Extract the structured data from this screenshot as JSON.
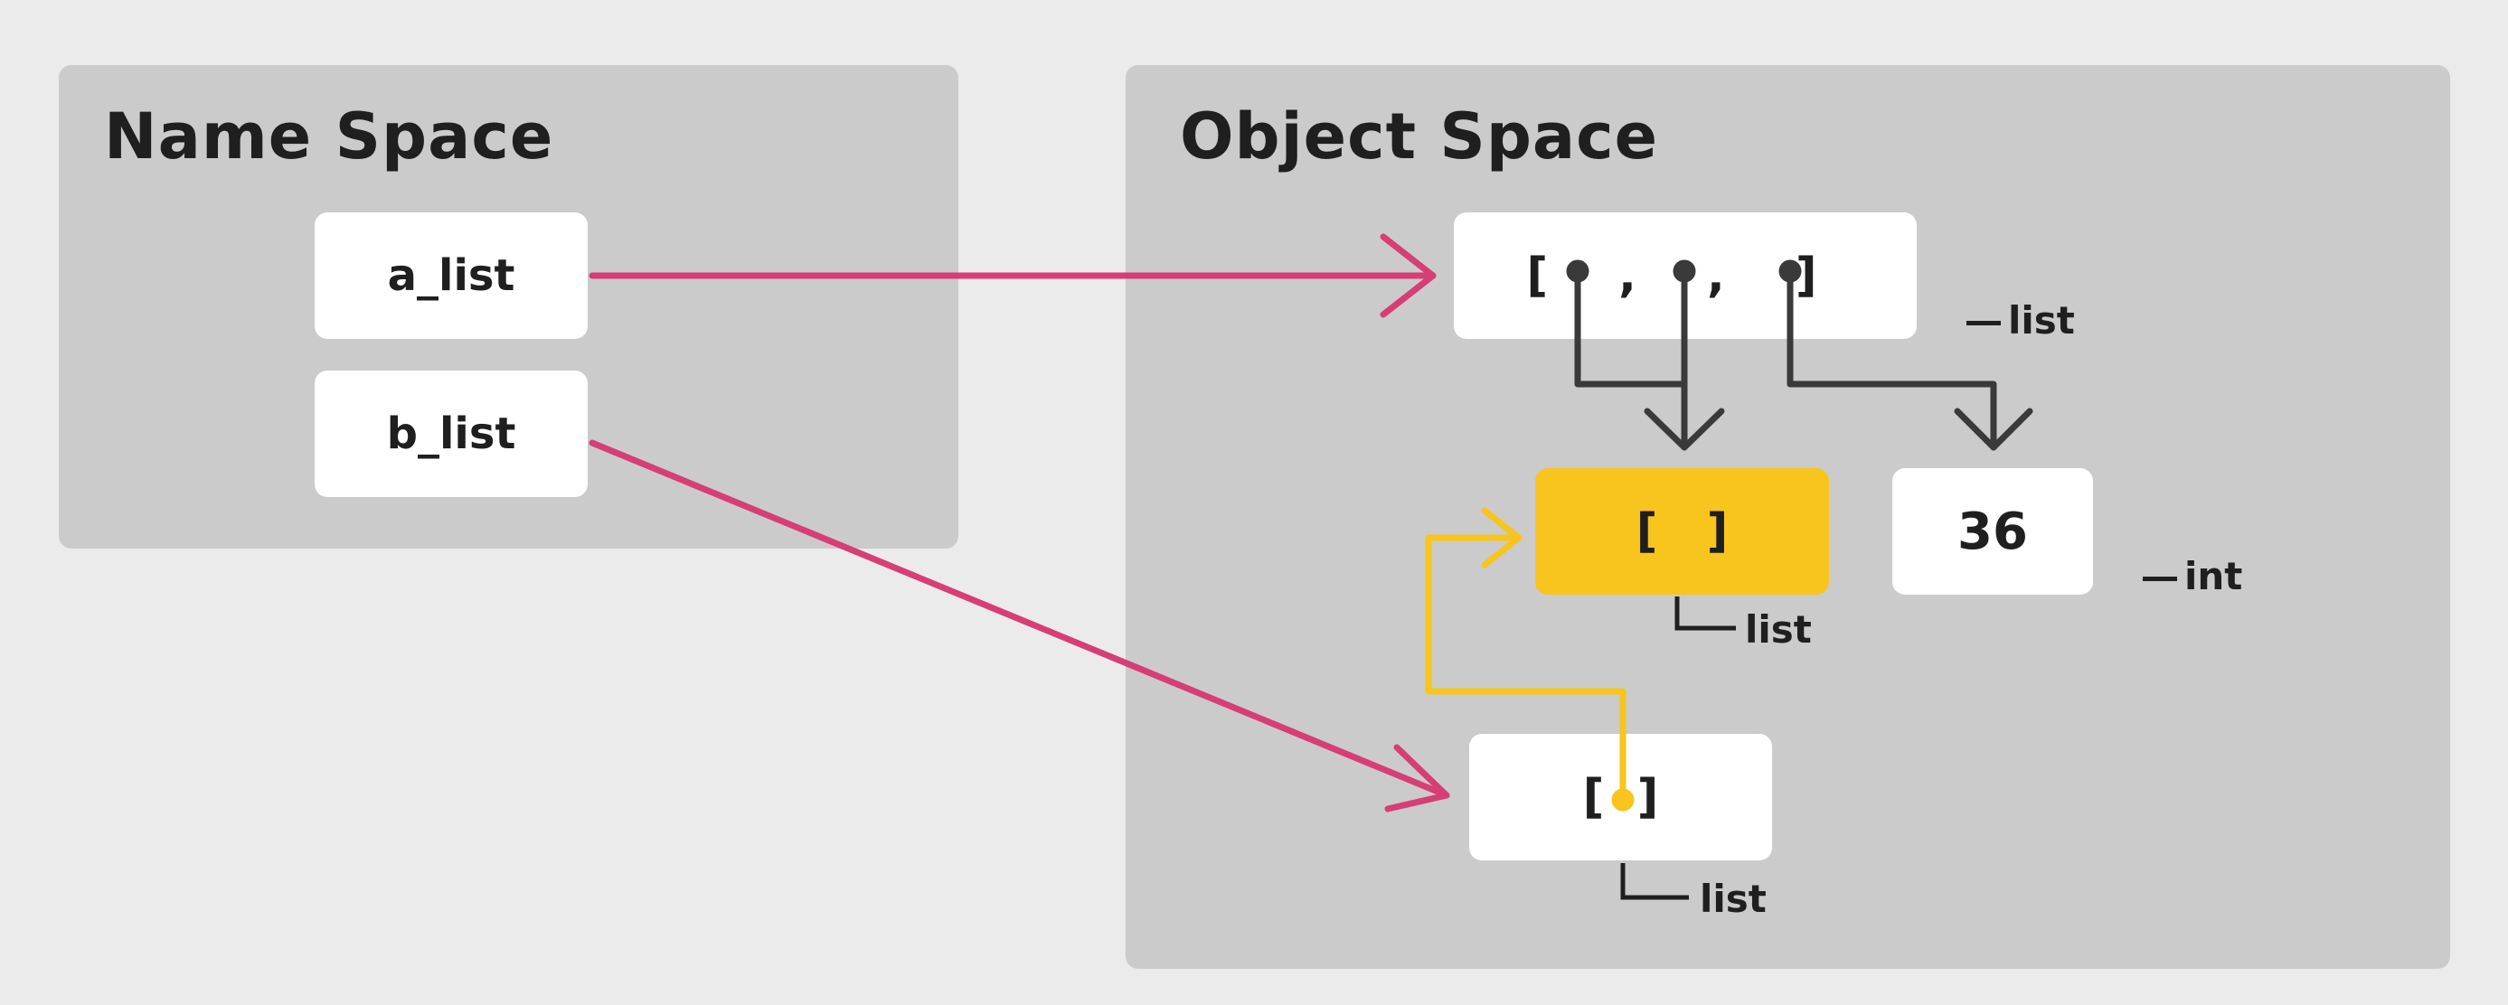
{
  "name_space": {
    "title": "Name Space",
    "variables": [
      "a_list",
      "b_list"
    ]
  },
  "object_space": {
    "title": "Object Space",
    "outer_list": {
      "text": "[ , , ]",
      "type": "list"
    },
    "inner_list": {
      "text": "[   ]",
      "type": "list"
    },
    "int_obj": {
      "text": "36",
      "type": "int"
    },
    "bottom_list": {
      "text": "[  ]",
      "type": "list"
    }
  },
  "colors": {
    "background": "#ebebeb",
    "panel": "#cbcbcb",
    "reference_arrow": "#d63e75",
    "element_arrow": "#3a3a3a",
    "highlight": "#f7c51e"
  }
}
